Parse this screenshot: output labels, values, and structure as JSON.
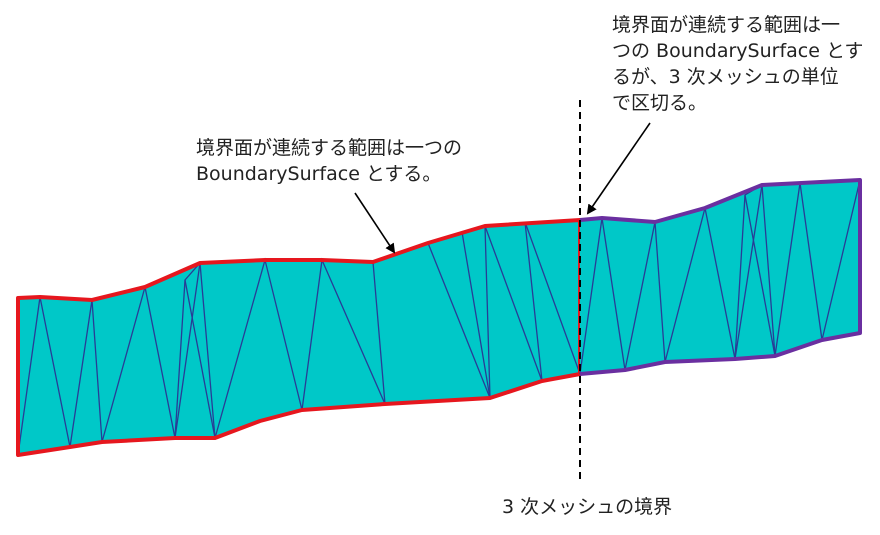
{
  "annotations": {
    "left_surface": [
      "境界面が連続する範囲は一つの",
      "BoundarySurface とする。"
    ],
    "right_surface": [
      "境界面が連続する範囲は一",
      "つの BoundarySurface とす",
      "るが、3 次メッシュの単位",
      "で区切る。"
    ],
    "mesh_boundary": "3 次メッシュの境界"
  },
  "colors": {
    "fill": "#00c8c8",
    "triangle_edges": "#283c96",
    "left_outline": "#e6171e",
    "right_outline": "#6a2fa0",
    "divider": "#000000",
    "text": "#222222"
  }
}
